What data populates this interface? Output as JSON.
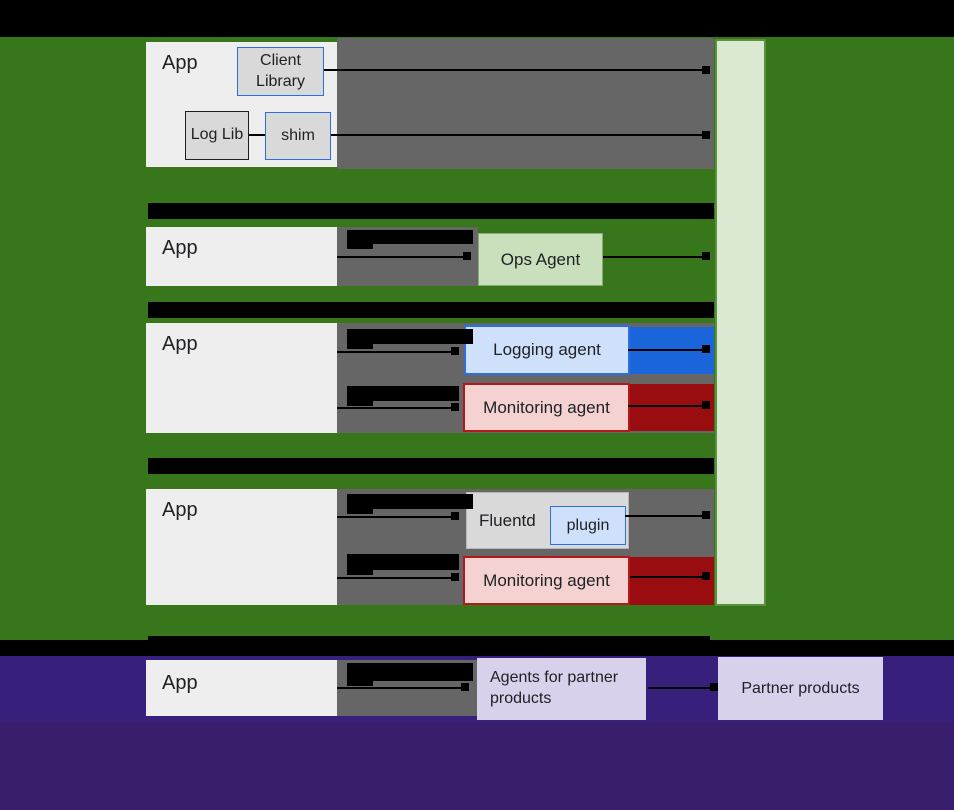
{
  "colors": {
    "page_black": "#000000",
    "cloud_green_bg": "#37761b",
    "onprem_purple_top": "#36207c",
    "onprem_purple_bottom": "#3a1e6e",
    "vm_gray": "#666666",
    "app_white": "#eeeeee",
    "lib_gray": "#d9d9d9",
    "blue_border": "#2d6fe0",
    "light_blue_fill": "#cfe0fb",
    "logging_blue": "#1a65d9",
    "monitoring_pink": "#f5d2d2",
    "monitoring_red_border": "#b3181b",
    "monitoring_red_dark": "#990d10",
    "ops_green_fill": "#cae0bd",
    "ops_green_border": "#86ab79",
    "destination_bar_fill": "#dbe9d3",
    "destination_bar_border": "#5a9140",
    "partner_lavender": "#d8d1ec",
    "dark_border": "#1f1f1f",
    "fluentd_border": "#b7b7b7",
    "text": "#202124",
    "redacted": "#000000"
  },
  "rows": {
    "client_libraries": {
      "app": "App",
      "client_library": "Client Library",
      "log_lib": "Log Lib",
      "shim": "shim"
    },
    "ops_agent": {
      "app": "App",
      "agent": "Ops Agent"
    },
    "legacy_agents": {
      "app": "App",
      "logging_agent": "Logging agent",
      "monitoring_agent": "Monitoring agent"
    },
    "fluentd": {
      "app": "App",
      "fluentd": "Fluentd",
      "plugin": "plugin",
      "monitoring_agent": "Monitoring agent"
    },
    "partner": {
      "app": "App",
      "agents_for_partner": "Agents for partner products",
      "partner_products": "Partner products"
    }
  }
}
